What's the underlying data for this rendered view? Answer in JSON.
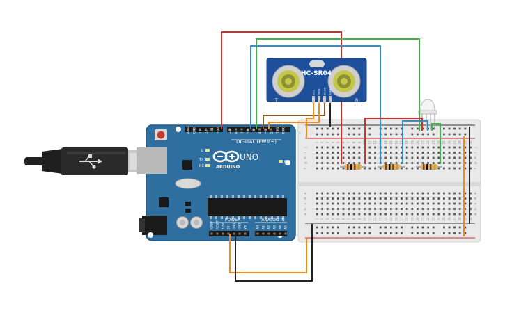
{
  "sensor": {
    "name": "HC-SR04",
    "left_mark": "T",
    "right_mark": "R",
    "pins": [
      "VCC",
      "TRIG",
      "ECHO",
      "GND"
    ]
  },
  "arduino": {
    "brand": "ARDUINO",
    "model": "UNO",
    "digital_label": "DIGITAL (PWM~)",
    "power_label": "POWER",
    "analog_label": "ANALOG IN",
    "on_label": "ON",
    "led_labels": [
      "L",
      "TX",
      "RX"
    ],
    "top_pins": [
      "AREF",
      "GND",
      "13",
      "12",
      "~11",
      "~10",
      "~9",
      "8",
      "7",
      "~6",
      "~5",
      "4",
      "~3",
      "2",
      "TX 1",
      "RX 0"
    ],
    "power_pins": [
      "IOREF",
      "RESET",
      "3.3V",
      "5V",
      "GND",
      "GND",
      "Vin"
    ],
    "analog_pins": [
      "A0",
      "A1",
      "A2",
      "A3",
      "A4",
      "A5"
    ]
  },
  "breadboard": {
    "row_letters_top": [
      "j",
      "i",
      "h",
      "g",
      "f"
    ],
    "row_letters_bottom": [
      "e",
      "d",
      "c",
      "b",
      "a"
    ],
    "column_numbers": [
      "1",
      "2",
      "3",
      "4",
      "5",
      "6",
      "7",
      "8",
      "9",
      "10",
      "11",
      "12",
      "13",
      "14",
      "15",
      "16",
      "17",
      "18",
      "19",
      "20",
      "21",
      "22",
      "23",
      "24",
      "25",
      "26",
      "27",
      "28",
      "29",
      "30"
    ]
  },
  "colors": {
    "board": "#2f6fa0",
    "wire_red": "#d42b2b",
    "wire_blue": "#2b8fd4",
    "wire_green": "#3bb54a",
    "wire_orange": "#f08a18",
    "wire_brown": "#8b5a2b",
    "wire_black": "#222222"
  }
}
